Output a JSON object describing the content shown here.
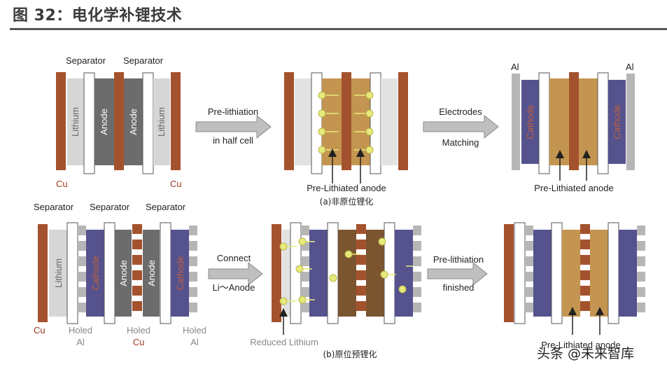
{
  "header": {
    "title": "图 32：电化学补锂技术"
  },
  "colors": {
    "copper": "#a4522e",
    "lithium": "#d6d6d6",
    "anode": "#6c6c6c",
    "cathode": "#55528e",
    "prelithiated": "#c49550",
    "prelithiated_dark": "#7a5530",
    "al": "#b6b6b6",
    "separator": "#ffffff",
    "arrow": "#8a8a8a"
  },
  "panel_a": {
    "separator_label_1": "Separator",
    "separator_label_2": "Separator",
    "lithium_label": "Lithium",
    "anode_label": "Anode",
    "cu_label": "Cu",
    "step1_line1": "Pre-lithiation",
    "step1_line2": "in half cell",
    "step2_line1": "Electrodes",
    "step2_line2": "Matching",
    "prelithiated_label": "Pre-Lithiated anode",
    "al_label": "Al",
    "cathode_label": "Cathode",
    "caption": "(a)非原位锂化"
  },
  "panel_b": {
    "separator_label": "Separator",
    "lithium_label": "Lithium",
    "cathode_label": "Cathode",
    "anode_label": "Anode",
    "cu_label": "Cu",
    "holed_label": "Holed",
    "al_label": "Al",
    "step1_line1": "Connect",
    "step1_line2": "Li～Anode",
    "step2_line1": "Pre-lithiation",
    "step2_line2": "finished",
    "reduced_label": "Reduced Lithium",
    "prelithiated_label": "Pre-Lithiated anode",
    "caption": "(b)原位预锂化"
  },
  "watermark": "头条 @未来智库"
}
